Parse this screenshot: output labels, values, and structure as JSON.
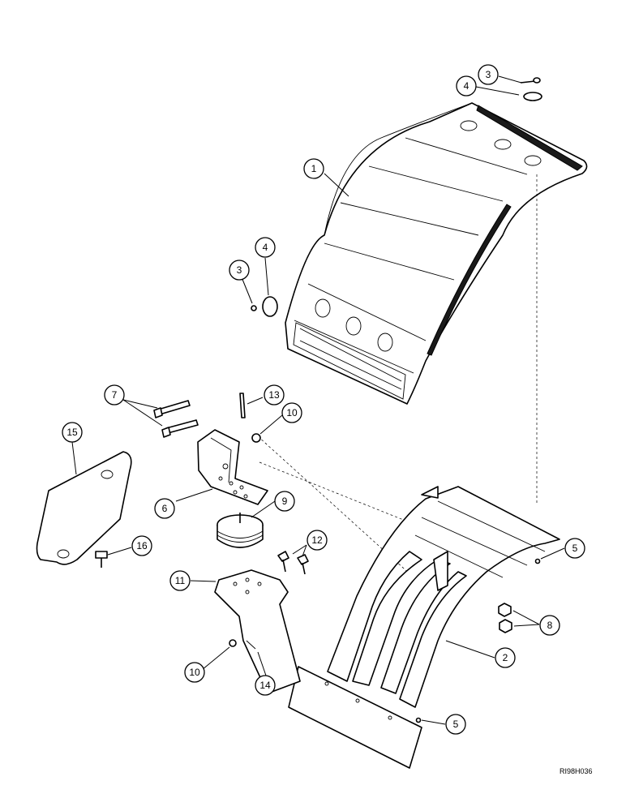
{
  "drawing_code": "RI98H036",
  "callouts": [
    {
      "label": "1"
    },
    {
      "label": "2"
    },
    {
      "label": "3"
    },
    {
      "label": "3"
    },
    {
      "label": "4"
    },
    {
      "label": "4"
    },
    {
      "label": "5"
    },
    {
      "label": "5"
    },
    {
      "label": "6"
    },
    {
      "label": "7"
    },
    {
      "label": "8"
    },
    {
      "label": "9"
    },
    {
      "label": "10"
    },
    {
      "label": "10"
    },
    {
      "label": "11"
    },
    {
      "label": "12"
    },
    {
      "label": "13"
    },
    {
      "label": "14"
    },
    {
      "label": "15"
    },
    {
      "label": "16"
    }
  ]
}
